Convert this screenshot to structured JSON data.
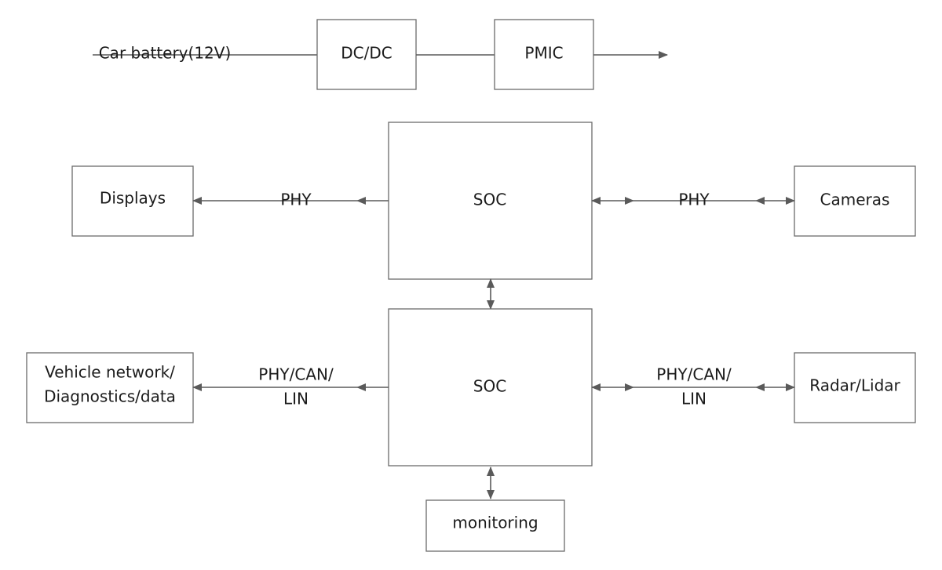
{
  "boxes": {
    "dcdc": "DC/DC",
    "pmic": "PMIC",
    "soc_top": "SOC",
    "soc_bottom": "SOC",
    "displays": "Displays",
    "cameras": "Cameras",
    "vehicle_network": [
      "Vehicle network/",
      "Diagnostics/data"
    ],
    "radar_lidar": "Radar/Lidar",
    "monitoring": "monitoring"
  },
  "edge_labels": {
    "battery": "Car battery(12V)",
    "displays_link": "PHY",
    "cameras_link": "PHY",
    "vehicle_link": [
      "PHY/CAN/",
      "LIN"
    ],
    "radar_link": [
      "PHY/CAN/",
      "LIN"
    ]
  }
}
